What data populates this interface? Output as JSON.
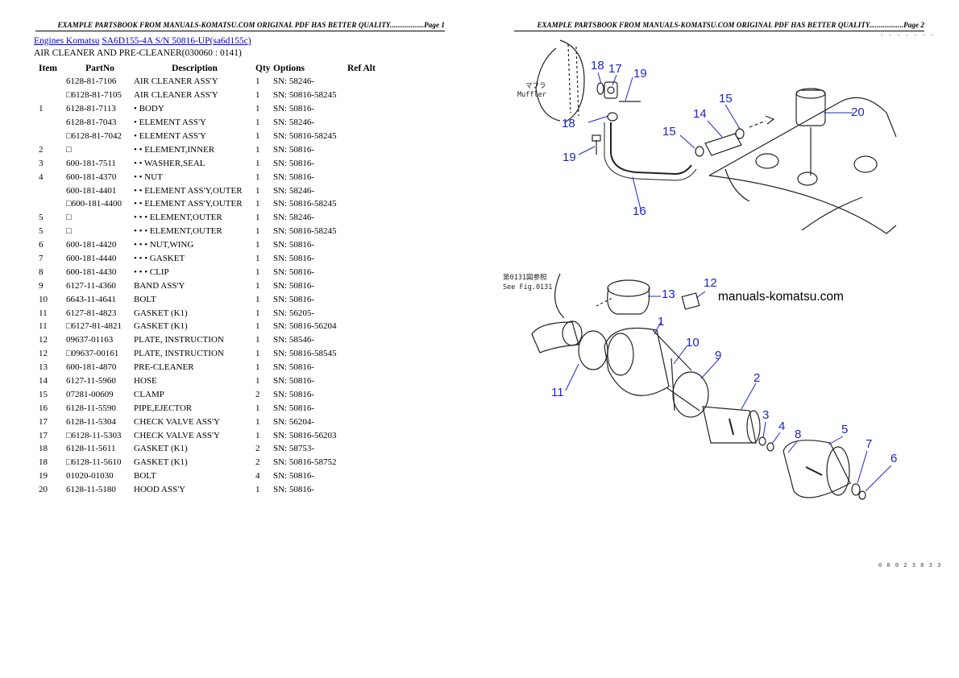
{
  "header": {
    "left": "EXAMPLE PARTSBOOK FROM MANUALS-KOMATSU.COM ORIGINAL PDF HAS BETTER QUALITY..................Page 1",
    "right": "EXAMPLE PARTSBOOK FROM MANUALS-KOMATSU.COM ORIGINAL PDF HAS BETTER QUALITY..................Page 2"
  },
  "breadcrumb": {
    "link1": "Engines Komatsu",
    "link2": "SA6D155-4A S/N 50816-UP(sa6d155c)"
  },
  "subtitle": "AIR CLEANER AND PRE-CLEANER(030060 : 0141)",
  "columns": [
    "Item",
    "PartNo",
    "Description",
    "Qty",
    "Options",
    "Ref Alt"
  ],
  "rows": [
    {
      "item": "",
      "part": "6128-81-7106",
      "desc": "AIR CLEANER ASS'Y",
      "qty": "1",
      "opt": "SN: 58246-"
    },
    {
      "item": "",
      "part": "□6128-81-7105",
      "desc": "AIR CLEANER ASS'Y",
      "qty": "1",
      "opt": "SN: 50816-58245"
    },
    {
      "item": "1",
      "part": "6128-81-7113",
      "desc": "• BODY",
      "qty": "1",
      "opt": "SN: 50816-"
    },
    {
      "item": "",
      "part": "6128-81-7043",
      "desc": "• ELEMENT ASS'Y",
      "qty": "1",
      "opt": "SN: 58246-"
    },
    {
      "item": "",
      "part": "□6128-81-7042",
      "desc": "• ELEMENT ASS'Y",
      "qty": "1",
      "opt": "SN: 50816-58245"
    },
    {
      "item": "2",
      "part": "□",
      "desc": "• • ELEMENT,INNER",
      "qty": "1",
      "opt": "SN: 50816-"
    },
    {
      "item": "3",
      "part": "600-181-7511",
      "desc": "• • WASHER,SEAL",
      "qty": "1",
      "opt": "SN: 50816-"
    },
    {
      "item": "4",
      "part": "600-181-4370",
      "desc": "• • NUT",
      "qty": "1",
      "opt": "SN: 50816-"
    },
    {
      "item": "",
      "part": "600-181-4401",
      "desc": "• • ELEMENT ASS'Y,OUTER",
      "qty": "1",
      "opt": "SN: 58246-"
    },
    {
      "item": "",
      "part": "□600-181-4400",
      "desc": "• • ELEMENT ASS'Y,OUTER",
      "qty": "1",
      "opt": "SN: 50816-58245"
    },
    {
      "item": "5",
      "part": "□",
      "desc": "• • • ELEMENT,OUTER",
      "qty": "1",
      "opt": "SN: 58246-"
    },
    {
      "item": "5",
      "part": "□",
      "desc": "• • • ELEMENT,OUTER",
      "qty": "1",
      "opt": "SN: 50816-58245"
    },
    {
      "item": "6",
      "part": "600-181-4420",
      "desc": "• • • NUT,WING",
      "qty": "1",
      "opt": "SN: 50816-"
    },
    {
      "item": "7",
      "part": "600-181-4440",
      "desc": "• • • GASKET",
      "qty": "1",
      "opt": "SN: 50816-"
    },
    {
      "item": "8",
      "part": "600-181-4430",
      "desc": "• • • CLIP",
      "qty": "1",
      "opt": "SN: 50816-"
    },
    {
      "item": "9",
      "part": "6127-11-4360",
      "desc": "BAND ASS'Y",
      "qty": "1",
      "opt": "SN: 50816-"
    },
    {
      "item": "10",
      "part": "6643-11-4641",
      "desc": "BOLT",
      "qty": "1",
      "opt": "SN: 50816-"
    },
    {
      "item": "11",
      "part": "6127-81-4823",
      "desc": "GASKET (K1)",
      "qty": "1",
      "opt": "SN: 56205-"
    },
    {
      "item": "11",
      "part": "□6127-81-4821",
      "desc": "GASKET (K1)",
      "qty": "1",
      "opt": "SN: 50816-56204"
    },
    {
      "item": "12",
      "part": "09637-01163",
      "desc": "PLATE, INSTRUCTION",
      "qty": "1",
      "opt": "SN: 58546-"
    },
    {
      "item": "12",
      "part": "□09637-00161",
      "desc": "PLATE, INSTRUCTION",
      "qty": "1",
      "opt": "SN: 50816-58545"
    },
    {
      "item": "13",
      "part": "600-181-4870",
      "desc": "PRE-CLEANER",
      "qty": "1",
      "opt": "SN: 50816-"
    },
    {
      "item": "14",
      "part": "6127-11-5960",
      "desc": "HOSE",
      "qty": "1",
      "opt": "SN: 50816-"
    },
    {
      "item": "15",
      "part": "07281-00609",
      "desc": "CLAMP",
      "qty": "2",
      "opt": "SN: 50816-"
    },
    {
      "item": "16",
      "part": "6128-11-5590",
      "desc": "PIPE,EJECTOR",
      "qty": "1",
      "opt": "SN: 50816-"
    },
    {
      "item": "17",
      "part": "6128-11-5304",
      "desc": "CHECK VALVE ASS'Y",
      "qty": "1",
      "opt": "SN: 56204-"
    },
    {
      "item": "17",
      "part": "□6128-11-5303",
      "desc": "CHECK VALVE ASS'Y",
      "qty": "1",
      "opt": "SN: 50816-56203"
    },
    {
      "item": "18",
      "part": "6128-11-5611",
      "desc": "GASKET (K1)",
      "qty": "2",
      "opt": "SN: 58753-"
    },
    {
      "item": "18",
      "part": "□6128-11-5610",
      "desc": "GASKET (K1)",
      "qty": "2",
      "opt": "SN: 50816-58752"
    },
    {
      "item": "19",
      "part": "01020-01030",
      "desc": "BOLT",
      "qty": "4",
      "opt": "SN: 50816-"
    },
    {
      "item": "20",
      "part": "6128-11-5180",
      "desc": "HOOD ASS'Y",
      "qty": "1",
      "opt": "SN: 50816-"
    }
  ],
  "diagram": {
    "watermark": "manuals-komatsu.com",
    "muffler_jp": "マフラ",
    "muffler_en": "Muffler",
    "ref_jp": "第0131図参照",
    "ref_en": "See Fig.0131",
    "callouts_top": [
      "18",
      "17",
      "19",
      "15",
      "14",
      "20",
      "18",
      "15",
      "19",
      "16"
    ],
    "callouts_bottom": [
      "13",
      "12",
      "1",
      "10",
      "9",
      "11",
      "2",
      "3",
      "4",
      "8",
      "5",
      "7",
      "6"
    ],
    "corner_top": "- - - - - - -",
    "corner_bottom": "0 0 0 2 3 8 3 3"
  }
}
